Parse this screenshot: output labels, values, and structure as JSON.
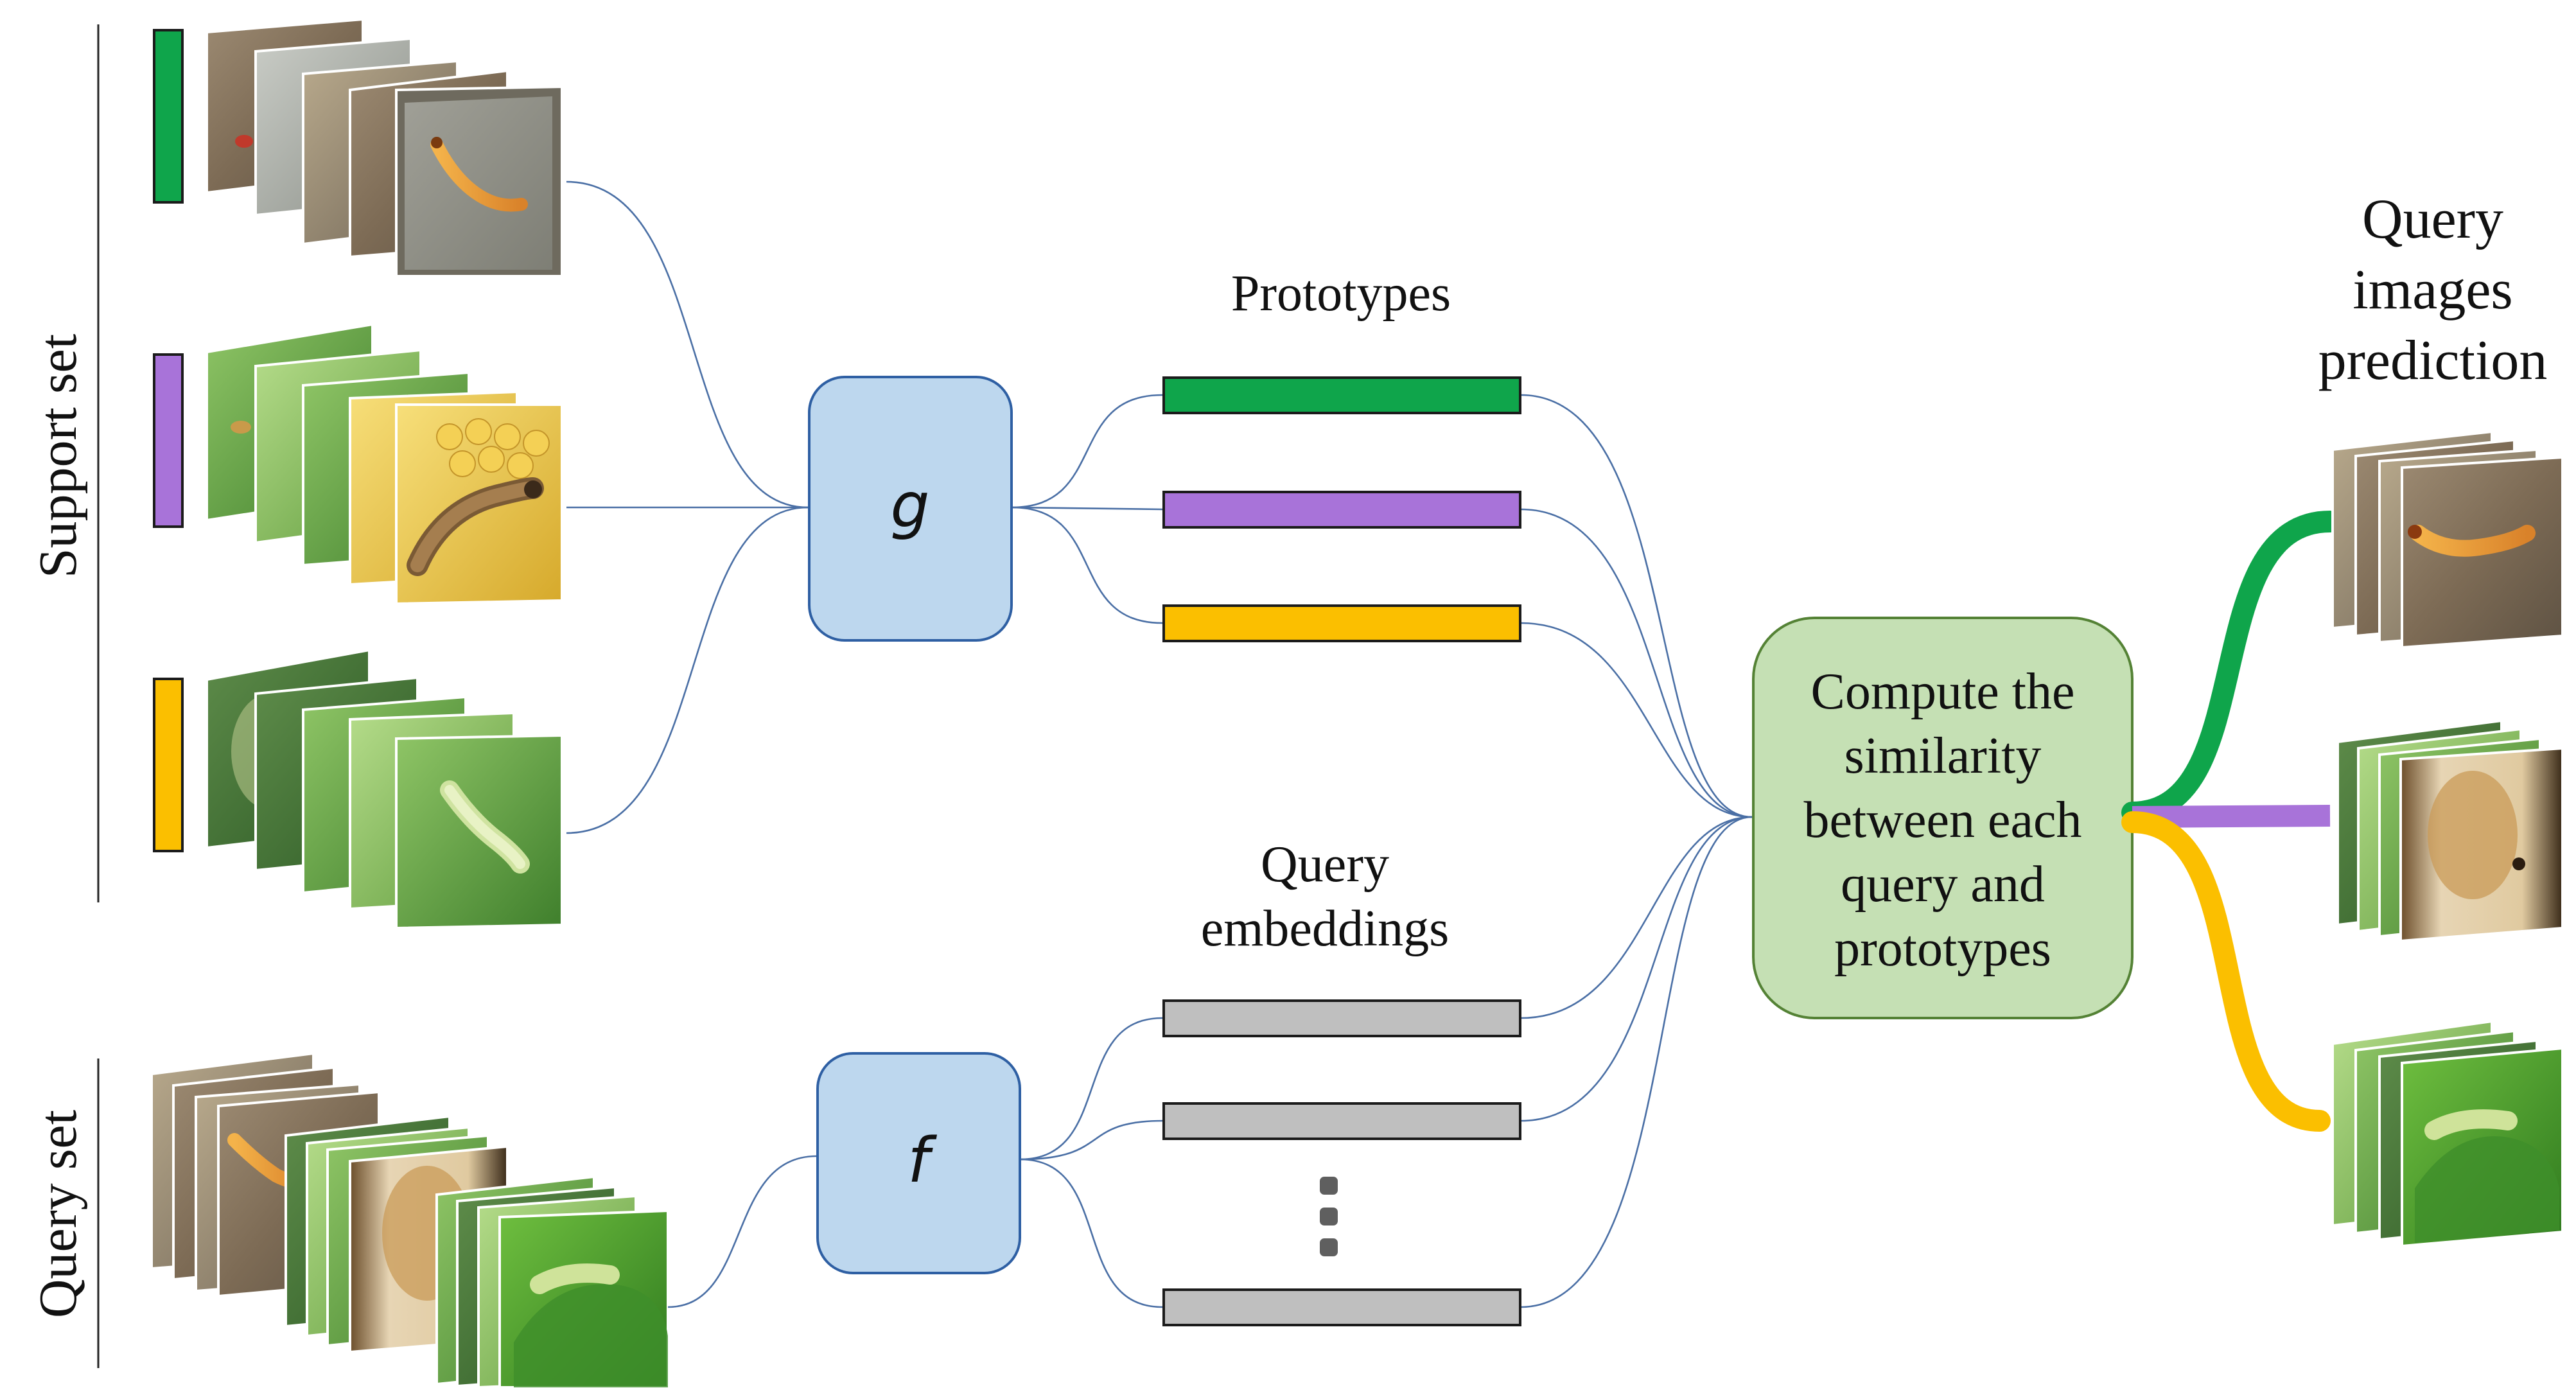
{
  "labels": {
    "support_set": "Support set",
    "query_set": "Query set",
    "prototypes": "Prototypes",
    "query_embeddings_line1": "Query",
    "query_embeddings_line2": "embeddings",
    "query_prediction_line1": "Query",
    "query_prediction_line2": "images",
    "query_prediction_line3": "prediction"
  },
  "nodes": {
    "g_label": "g",
    "f_label": "f",
    "similarity_lines": [
      "Compute the",
      "similarity",
      "between each",
      "query and",
      "prototypes"
    ]
  },
  "colors": {
    "class_1": "#0fa54b",
    "class_2": "#a873d9",
    "class_3": "#fbbf00",
    "embedding": "#bfbfbf",
    "encoder_fill": "#bdd7ee",
    "encoder_stroke": "#2e5fa3",
    "similarity_fill": "#c5e0b4",
    "similarity_stroke": "#548235",
    "link_stroke": "#4a6fa5"
  },
  "images": {
    "support_class_1": "larva-photo-icon",
    "support_class_2": "corn-larva-photo-icon",
    "support_class_3": "leaf-larva-photo-icon",
    "query_set": "mixed-larva-photo-icon"
  }
}
